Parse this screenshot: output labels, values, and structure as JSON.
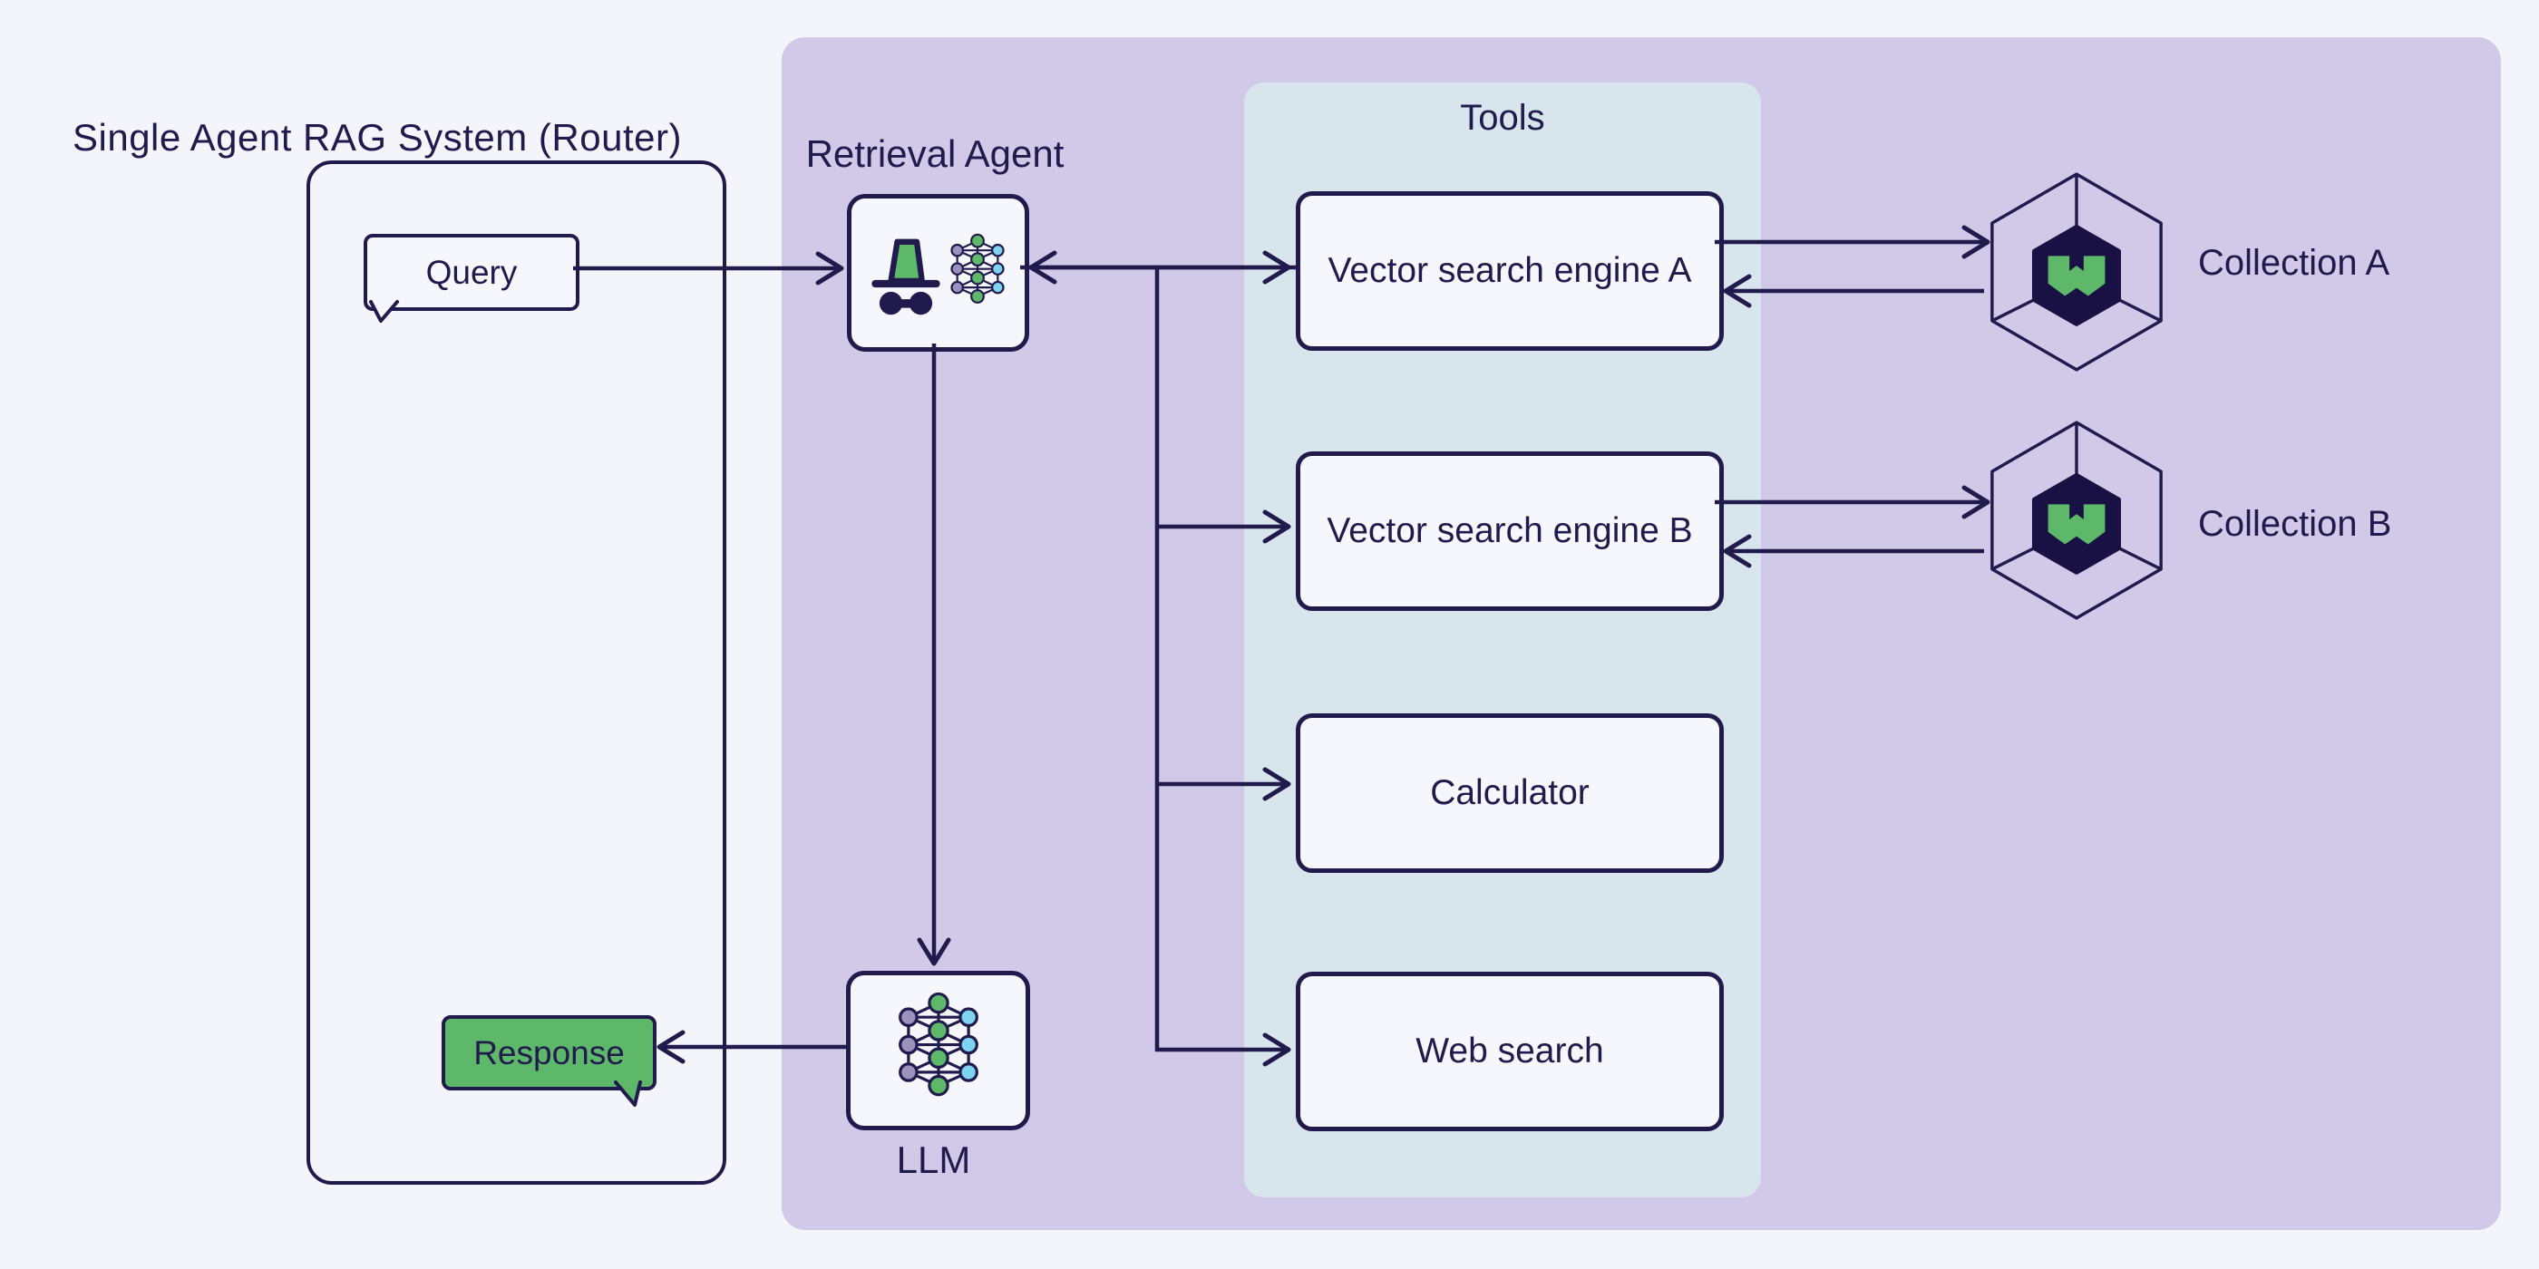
{
  "title": "Single Agent RAG System (Router)",
  "user_panel": {
    "query_label": "Query",
    "response_label": "Response"
  },
  "agent": {
    "label": "Retrieval Agent",
    "icons": [
      "incognito-icon",
      "neural-network-icon"
    ]
  },
  "llm": {
    "label": "LLM",
    "icon": "neural-network-icon"
  },
  "tools_panel": {
    "label": "Tools",
    "tools": [
      {
        "label": "Vector search engine A"
      },
      {
        "label": "Vector search engine B"
      },
      {
        "label": "Calculator"
      },
      {
        "label": "Web search"
      }
    ]
  },
  "collections": [
    {
      "label": "Collection A",
      "icon": "weaviate-hexagon-icon"
    },
    {
      "label": "Collection B",
      "icon": "weaviate-hexagon-icon"
    }
  ],
  "colors": {
    "background": "#f4f5fa",
    "agent_panel_purple": "#d0c9e7",
    "tools_panel_blue": "#d8e5ec",
    "node_box_fill": "#f5f7fc",
    "line_navy": "#211a4d",
    "accent_green": "#5db86a",
    "node_cyan": "#7ed3ee",
    "node_purple": "#9b93bd",
    "hexagon_core": "#191043"
  }
}
